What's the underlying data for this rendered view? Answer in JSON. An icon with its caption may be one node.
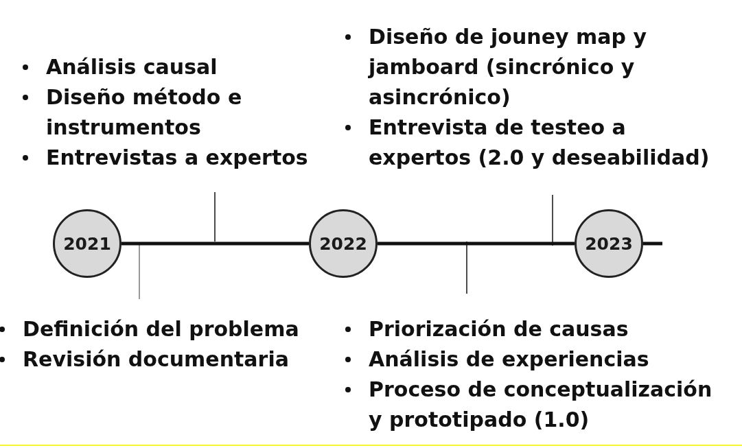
{
  "diagram": {
    "nodes": [
      {
        "text": [
          "Análisis causal",
          "Diseño método e instrumentos",
          "Entrevistas a expertos"
        ]
      },
      {
        "text": [
          "Diseño de jouney map y jamboard (sincrónico y asincrónico)",
          "Entrevista de testeo a expertos (2.0 y deseabilidad)"
        ]
      },
      {
        "text": [
          "2021"
        ]
      },
      {
        "text": [
          "2022"
        ]
      },
      {
        "text": [
          "2023"
        ]
      },
      {
        "text": [
          "Definición del problema",
          "Revisión documentaria"
        ]
      },
      {
        "text": [
          "Priorización de causas",
          "Análisis de experiencias",
          "Proceso de conceptualización y prototipado (1.0)"
        ]
      }
    ],
    "edges": [
      {
        "from": 2,
        "to": 3,
        "arrow": "none"
      },
      {
        "from": 3,
        "to": 4,
        "arrow": "none"
      },
      {
        "from": 4,
        "to": null,
        "arrow": "none"
      }
    ]
  }
}
